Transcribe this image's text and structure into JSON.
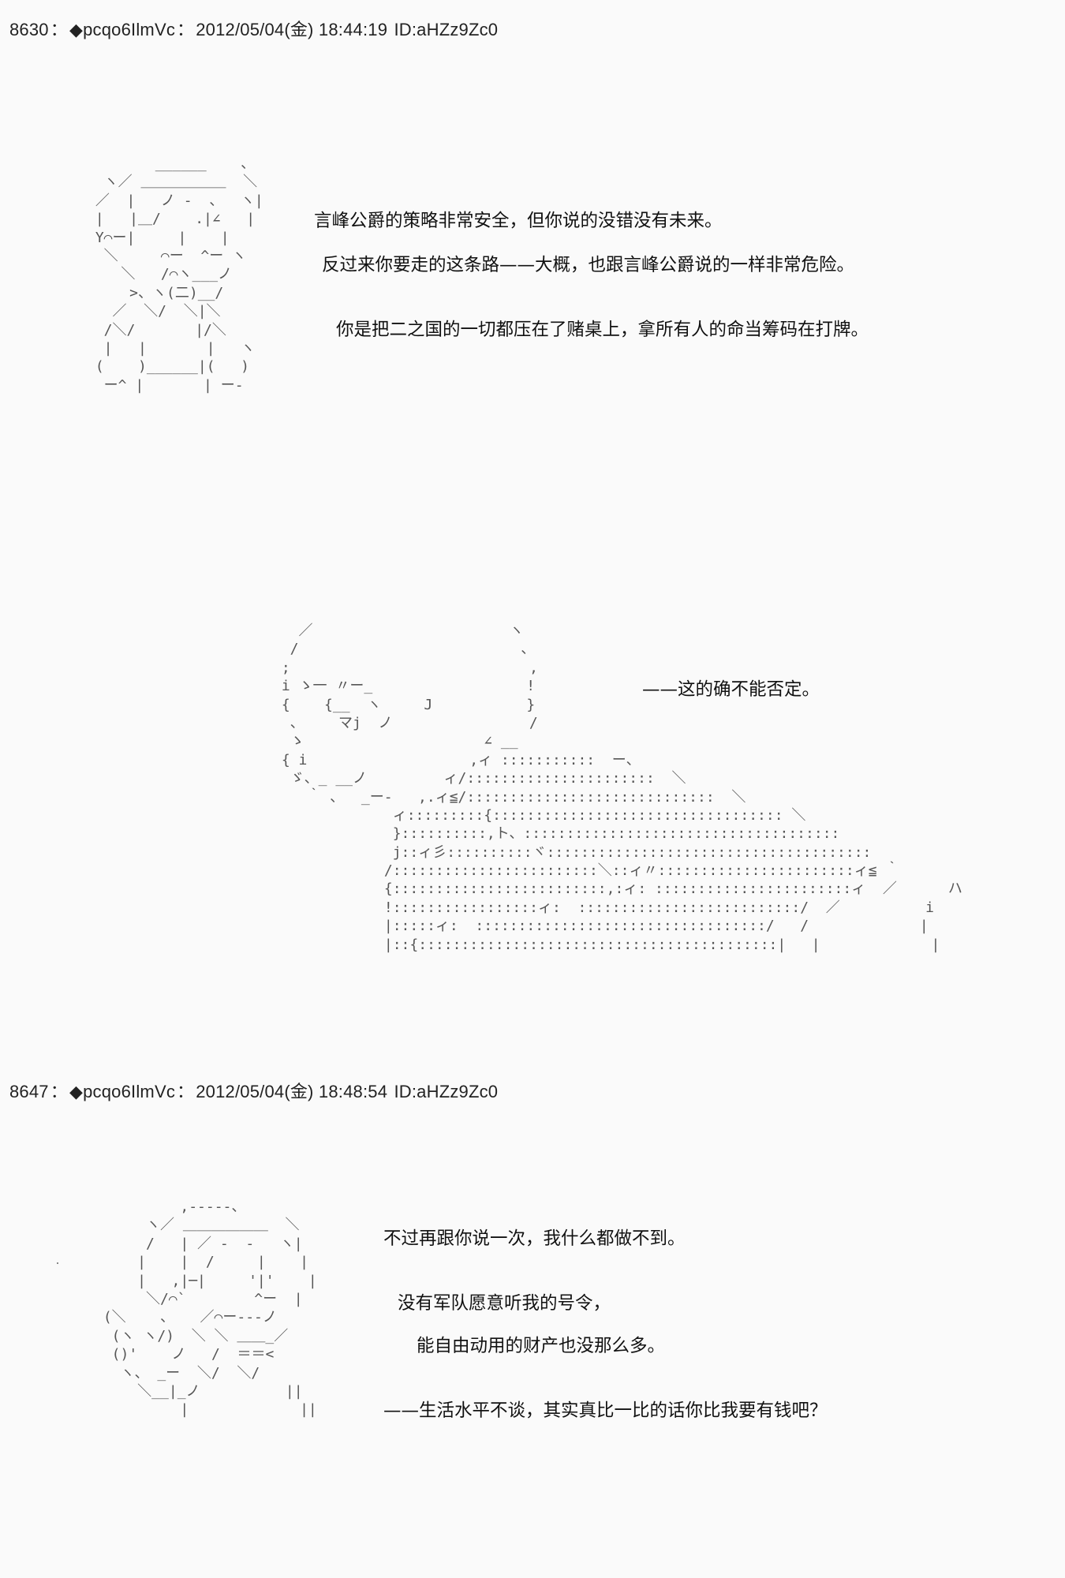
{
  "posts": [
    {
      "number": "8630",
      "separator": "：",
      "name": "◆pcqo6IlmVc",
      "date": "2012/05/04(金) 18:44:19",
      "id": "ID:aHZz9Zc0",
      "lines": [
        "言峰公爵的策略非常安全，但你说的没错没有未来。",
        "反过来你要走的这条路——大概，也跟言峰公爵说的一样非常危险。",
        "你是把二之国的一切都压在了赌桌上，拿所有人的命当筹码在打牌。"
      ],
      "second_lines": [
        "——这的确不能否定。"
      ]
    },
    {
      "number": "8647",
      "separator": "：",
      "name": "◆pcqo6IlmVc",
      "date": "2012/05/04(金) 18:48:54",
      "id": "ID:aHZz9Zc0",
      "lines": [
        "不过再跟你说一次，我什么都做不到。",
        "没有军队愿意听我的号令，",
        "能自由动用的财产也没那么多。",
        "——生活水平不谈，其实真比一比的话你比我要有钱吧？"
      ]
    }
  ]
}
